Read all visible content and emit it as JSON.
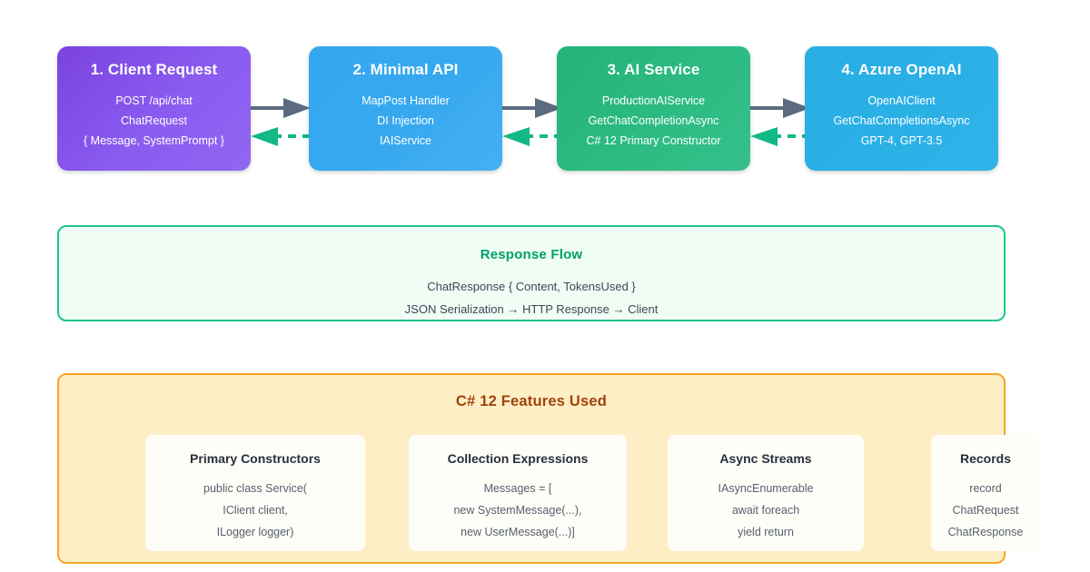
{
  "colors": {
    "purple": "#8a5cf0",
    "blue": "#36a8ef",
    "green": "#2cbb82",
    "azure": "#2bb0e6",
    "arrow_request": "#5c6b7f",
    "arrow_response": "#12b886",
    "response_border": "#1ec48b",
    "response_fill": "#effdf4",
    "response_title": "#00a06a",
    "features_border": "#f5a623",
    "features_fill": "#fdeec6",
    "features_title": "#a0430a",
    "card_fill": "#fffdf7"
  },
  "flow": {
    "boxes": [
      {
        "title": "1. Client Request",
        "lines": [
          "POST /api/chat",
          "ChatRequest",
          "{ Message, SystemPrompt }"
        ]
      },
      {
        "title": "2. Minimal API",
        "lines": [
          "MapPost Handler",
          "DI Injection",
          "IAIService"
        ]
      },
      {
        "title": "3. AI Service",
        "lines": [
          "ProductionAIService",
          "GetChatCompletionAsync",
          "C# 12 Primary Constructor"
        ]
      },
      {
        "title": "4. Azure OpenAI",
        "lines": [
          "OpenAIClient",
          "GetChatCompletionsAsync",
          "GPT-4, GPT-3.5"
        ]
      }
    ],
    "connectors": [
      {
        "forward": "request-arrow",
        "backward": "response-arrow"
      },
      {
        "forward": "request-arrow",
        "backward": "response-arrow"
      },
      {
        "forward": "request-arrow",
        "backward": "response-arrow"
      }
    ]
  },
  "response_flow": {
    "title": "Response Flow",
    "lines": [
      "ChatResponse { Content, TokensUsed }",
      "JSON Serialization → HTTP Response → Client"
    ]
  },
  "features": {
    "title": "C# 12 Features Used",
    "cards": [
      {
        "title": "Primary Constructors",
        "lines": [
          "public class Service(",
          "IClient client,",
          "ILogger logger)"
        ]
      },
      {
        "title": "Collection Expressions",
        "lines": [
          "Messages = [",
          "new SystemMessage(...),",
          "new UserMessage(...)]"
        ]
      },
      {
        "title": "Async Streams",
        "lines": [
          "IAsyncEnumerable",
          "await foreach",
          "yield return"
        ]
      },
      {
        "title": "Records",
        "lines": [
          "record",
          "ChatRequest",
          "ChatResponse"
        ]
      }
    ]
  }
}
